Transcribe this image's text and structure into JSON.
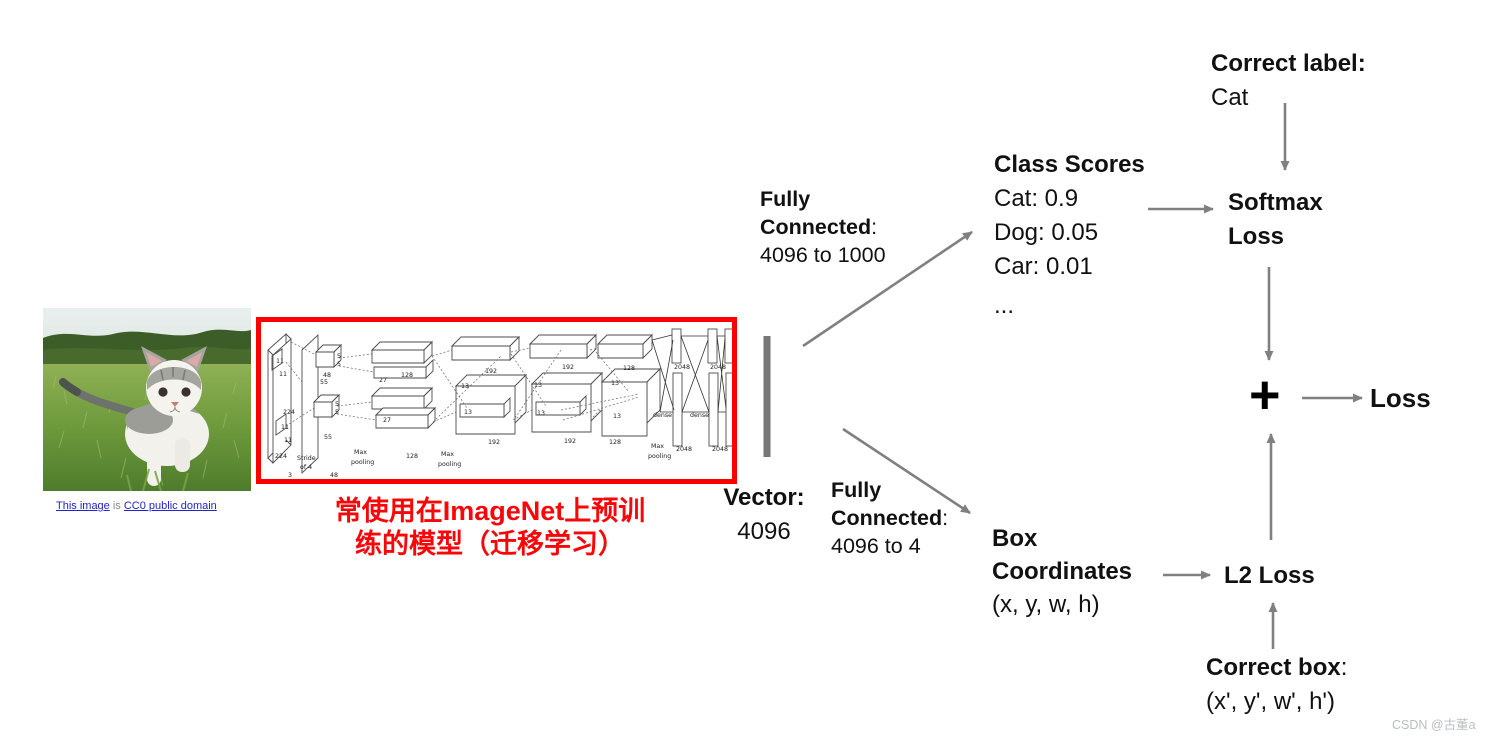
{
  "photo": {
    "alt_name": "kitten-on-grass-photo",
    "caption_link1": "This image",
    "caption_mid": " is ",
    "caption_link2": "CC0 public domain"
  },
  "cnn": {
    "annotation_line1": "常使用在ImageNet上预训",
    "annotation_line2": "练的模型（迁移学习）",
    "labels": [
      "224",
      "11",
      "11",
      "11",
      "11",
      "224",
      "3",
      "Stride",
      "of 4",
      "55",
      "55",
      "48",
      "5",
      "5",
      "48",
      "5",
      "5",
      "27",
      "128",
      "27",
      "128",
      "Max",
      "pooling",
      "Max",
      "pooling",
      "13",
      "192",
      "13",
      "192",
      "13",
      "192",
      "13",
      "192",
      "13",
      "128",
      "13",
      "128",
      "Max",
      "pooling",
      "dense",
      "dense",
      "2048",
      "2048",
      "2048",
      "2048"
    ]
  },
  "vector": {
    "title": "Vector:",
    "value": "4096"
  },
  "fc_top": {
    "line1": "Fully",
    "line2_bold": "Connected",
    "line2_colon": ":",
    "line3": "4096 to 1000"
  },
  "fc_bottom": {
    "line1": "Fully",
    "line2_bold": "Connected",
    "line2_colon": ":",
    "line3": "4096 to 4"
  },
  "class_scores": {
    "title": "Class Scores",
    "items": [
      "Cat: 0.9",
      "Dog: 0.05",
      "Car: 0.01"
    ],
    "more": "..."
  },
  "softmax": {
    "line1": "Softmax",
    "line2": "Loss"
  },
  "correct_label": {
    "title": "Correct label:",
    "value": "Cat"
  },
  "box_coordinates": {
    "line1": "Box",
    "line2": "Coordinates",
    "line3": "(x, y, w, h)"
  },
  "l2_loss": {
    "label": "L2 Loss"
  },
  "correct_box": {
    "title_bold": "Correct box",
    "colon": ":",
    "value": "(x', y', w', h')"
  },
  "combiner": {
    "plus": "+",
    "loss": "Loss"
  },
  "watermark": "CSDN @古董a",
  "colors": {
    "highlight_red": "#fb0200",
    "annotation_red": "#f90708",
    "arrow_gray": "#808080",
    "link_blue": "#2323cc",
    "watermark_gray": "#b9bec3"
  }
}
